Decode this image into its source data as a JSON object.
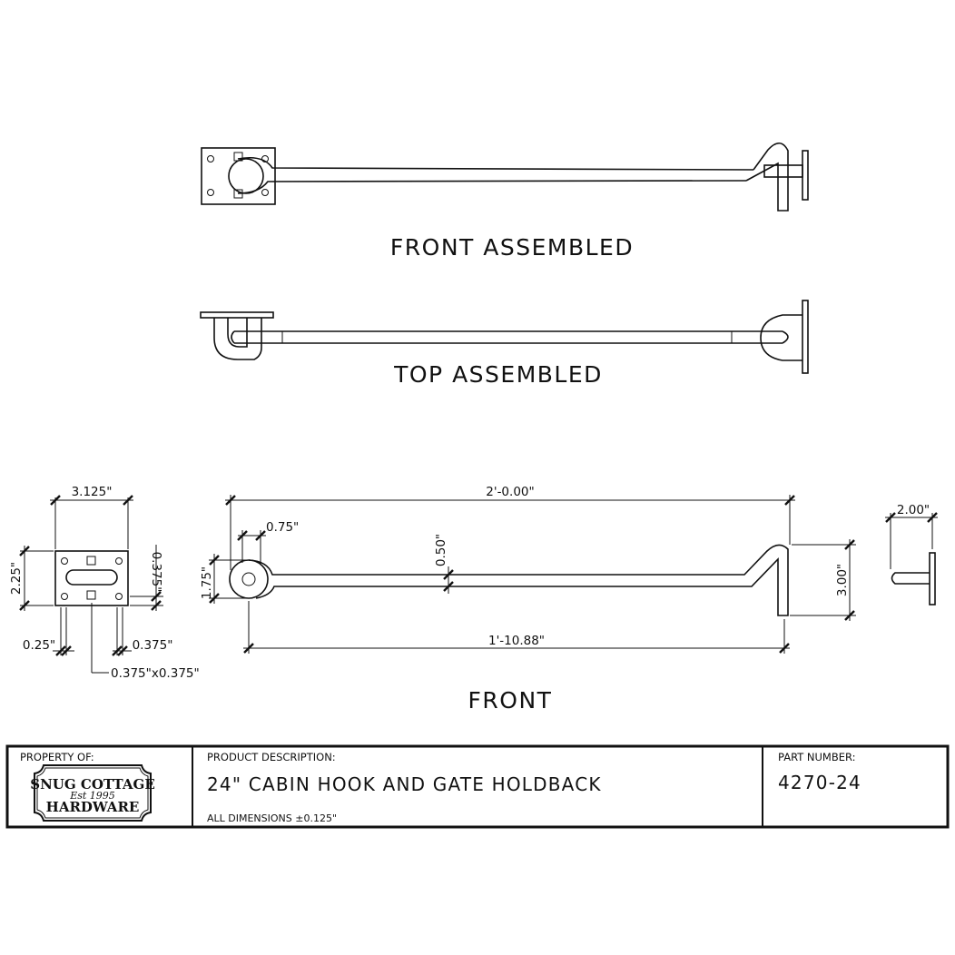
{
  "views": {
    "front_assembled": "FRONT ASSEMBLED",
    "top_assembled": "TOP ASSEMBLED",
    "front": "FRONT"
  },
  "dimensions": {
    "plate_width": "3.125\"",
    "plate_height": "2.25\"",
    "plate_edge_offset": "0.375\"",
    "plate_hole_left": "0.25\"",
    "plate_hole_right": "0.375\"",
    "plate_square": "0.375\"x0.375\"",
    "overall_length": "2'-0.00\"",
    "eye_width": "0.75\"",
    "eye_height": "1.75\"",
    "rod_diameter": "0.50\"",
    "hook_height": "3.00\"",
    "rod_length": "1'-10.88\"",
    "holdback_depth": "2.00\""
  },
  "title_block": {
    "property_label": "PROPERTY OF:",
    "logo": {
      "line1": "SNUG COTTAGE",
      "est": "Est 1995",
      "line2": "HARDWARE"
    },
    "description_label": "PRODUCT DESCRIPTION:",
    "description": "24\"  CABIN  HOOK  AND  GATE  HOLDBACK",
    "tolerance": "ALL  DIMENSIONS  ±0.125\"",
    "part_label": "PART NUMBER:",
    "part_number": "4270-24"
  }
}
